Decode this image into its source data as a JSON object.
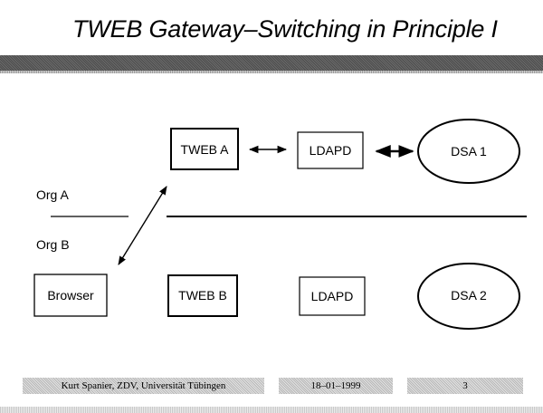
{
  "slide": {
    "title": "TWEB Gateway–Switching in Principle I"
  },
  "diagram": {
    "org_labels": {
      "top": "Org A",
      "bottom": "Org B"
    },
    "nodes": {
      "tweb_a": "TWEB A",
      "ldapd_a": "LDAPD",
      "dsa_1": "DSA 1",
      "browser": "Browser",
      "tweb_b": "TWEB B",
      "ldapd_b": "LDAPD",
      "dsa_2": "DSA 2"
    }
  },
  "footer": {
    "author": "Kurt Spanier, ZDV, Universität Tübingen",
    "date": "18–01–1999",
    "page": "3"
  }
}
